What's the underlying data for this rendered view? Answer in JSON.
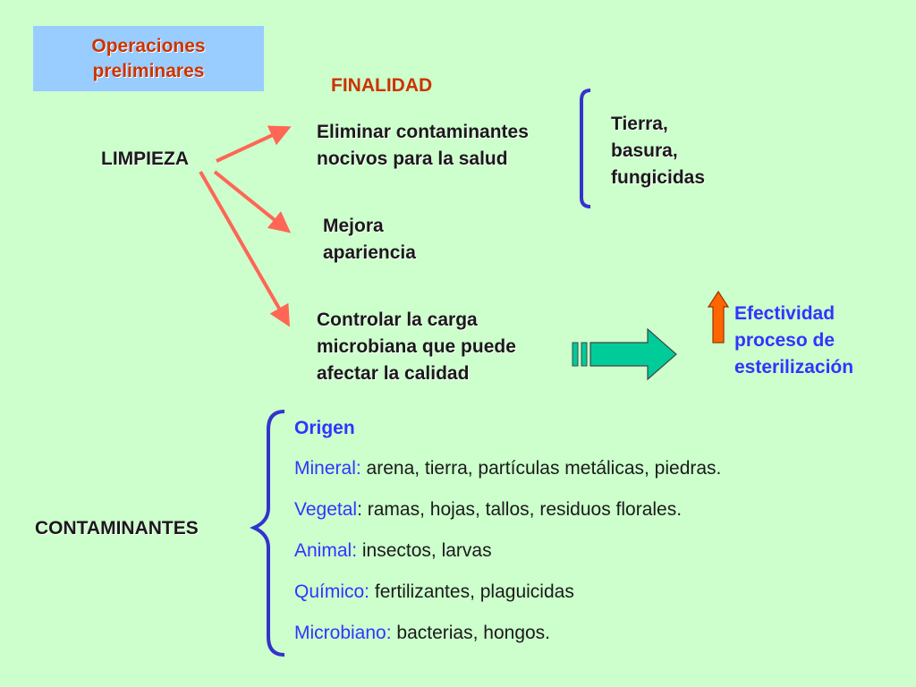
{
  "title": {
    "line1": "Operaciones",
    "line2": "preliminares"
  },
  "finalidad": "FINALIDAD",
  "limpieza": "LIMPIEZA",
  "items": [
    {
      "line1": "Eliminar contaminantes",
      "line2": "nocivos para la salud"
    },
    {
      "line1": "Mejora",
      "line2": "apariencia"
    },
    {
      "line1": "Controlar la carga",
      "line2": "microbiana que puede",
      "line3": "afectar la calidad"
    }
  ],
  "tierra": {
    "line1": "Tierra,",
    "line2": "basura,",
    "line3": "fungicidas"
  },
  "efectividad": {
    "line1": "Efectividad",
    "line2": "proceso de",
    "line3": "esterilización"
  },
  "contaminantes": {
    "label": "CONTAMINANTES",
    "heading": "Origen",
    "rows": [
      {
        "key": "Mineral:",
        "value": " arena, tierra, partículas metálicas, piedras."
      },
      {
        "key": "Vegetal",
        "value": ": ramas, hojas, tallos, residuos florales."
      },
      {
        "key": "Animal:",
        "value": " insectos, larvas"
      },
      {
        "key": "Químico:",
        "value": " fertilizantes, plaguicidas"
      },
      {
        "key": "Microbiano:",
        "value": " bacterias, hongos."
      }
    ]
  },
  "colors": {
    "background": "#ccffcc",
    "title_box": "#99ccff",
    "accent_text": "#cc3300",
    "blue_text": "#3333ff",
    "arrow_red": "#ff6655",
    "bracket_blue": "#3333cc",
    "block_arrow": "#00cc99",
    "up_arrow": "#ff6600"
  }
}
